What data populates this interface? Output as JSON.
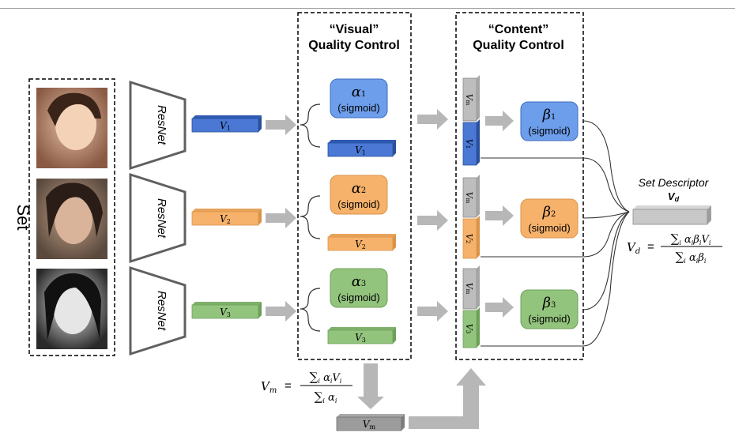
{
  "set_label": "Set",
  "resnet_label": "ResNet",
  "visual_qc": {
    "line1": "“Visual”",
    "line2": "Quality Control"
  },
  "content_qc": {
    "line1": "“Content”",
    "line2": "Quality Control"
  },
  "features": [
    {
      "v": "V",
      "sub": "1",
      "alpha": "α",
      "beta": "β",
      "gate": "(sigmoid)"
    },
    {
      "v": "V",
      "sub": "2",
      "alpha": "α",
      "beta": "β",
      "gate": "(sigmoid)"
    },
    {
      "v": "V",
      "sub": "3",
      "alpha": "α",
      "beta": "β",
      "gate": "(sigmoid)"
    }
  ],
  "vm": {
    "v": "V",
    "sub": "m"
  },
  "vm_formula": {
    "lhs": "V",
    "lhs_sub": "m",
    "eq": "=",
    "num": "∑",
    "num_sub": "i",
    "num_term": "α",
    "num_term_sub": "i",
    "num_v": "V",
    "num_v_sub": "i",
    "den": "∑",
    "den_sub": "i",
    "den_term": "α",
    "den_term_sub": "i"
  },
  "set_descriptor": {
    "label": "Set Descriptor",
    "v": "V",
    "sub": "d"
  },
  "vd_formula": {
    "lhs": "V",
    "lhs_sub": "d",
    "eq": "=",
    "num": "∑",
    "num_sub": "i",
    "num_a": "α",
    "num_a_sub": "i",
    "num_b": "β",
    "num_b_sub": "i",
    "num_v": "V",
    "num_v_sub": "i",
    "den": "∑",
    "den_sub": "i",
    "den_a": "α",
    "den_a_sub": "i",
    "den_b": "β",
    "den_b_sub": "i"
  },
  "colors": {
    "blue": "#4a78d4",
    "blue_gate": "#6d9eeb",
    "orange": "#f6b26b",
    "green": "#93c47d",
    "gray": "#bdbdbd",
    "arrow": "#b7b7b7",
    "face_bg": "#c8b6a6"
  }
}
